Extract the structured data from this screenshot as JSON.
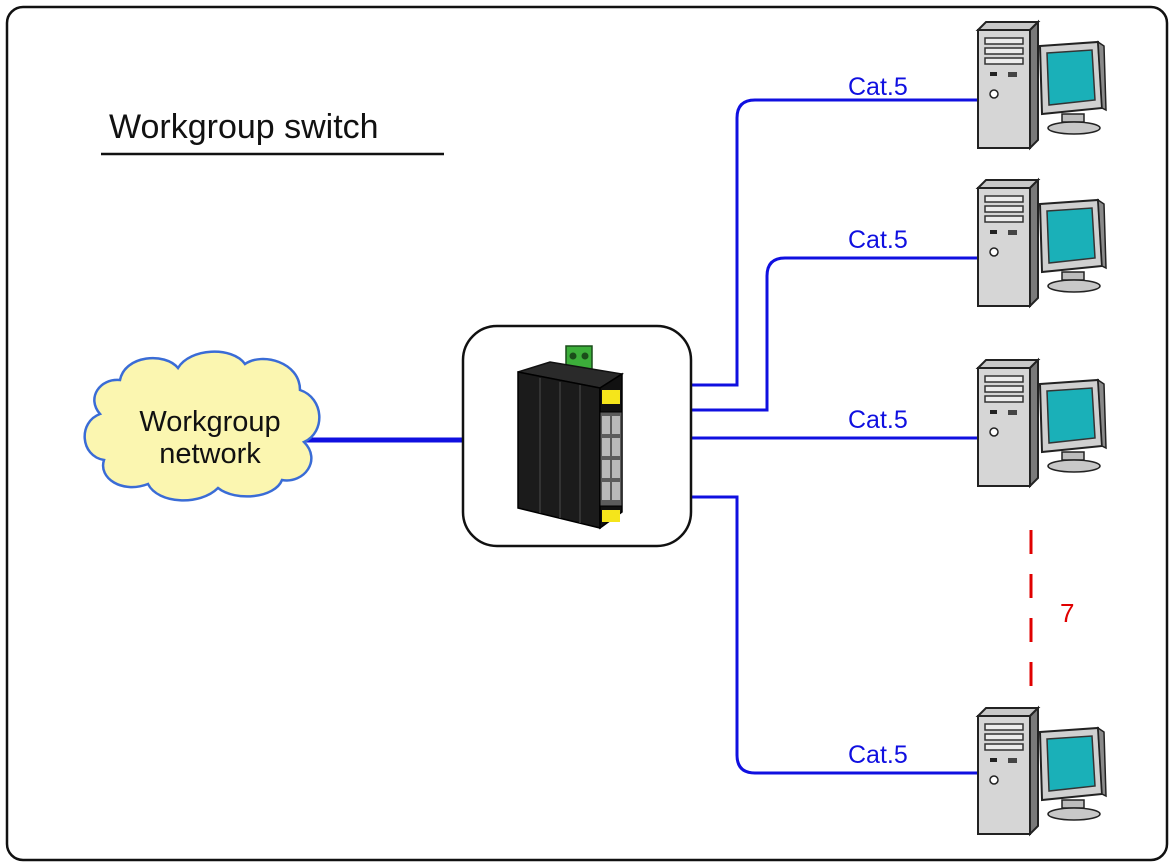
{
  "title": "Workgroup switch",
  "network": {
    "line1": "Workgroup",
    "line2": "network"
  },
  "cable_label": "Cat.5",
  "links": [
    {
      "label": "Cat.5"
    },
    {
      "label": "Cat.5"
    },
    {
      "label": "Cat.5"
    },
    {
      "label": "Cat.5"
    }
  ],
  "more_count": "7",
  "colors": {
    "cable": "#1010e0",
    "count": "#e00000",
    "cloud_fill": "#fbf6b0",
    "cloud_stroke": "#3a6cd6",
    "monitor_screen": "#1ab0b8",
    "switch_yellow": "#f5e51b"
  },
  "icons": [
    "cloud-icon",
    "switch-icon",
    "computer-icon"
  ]
}
